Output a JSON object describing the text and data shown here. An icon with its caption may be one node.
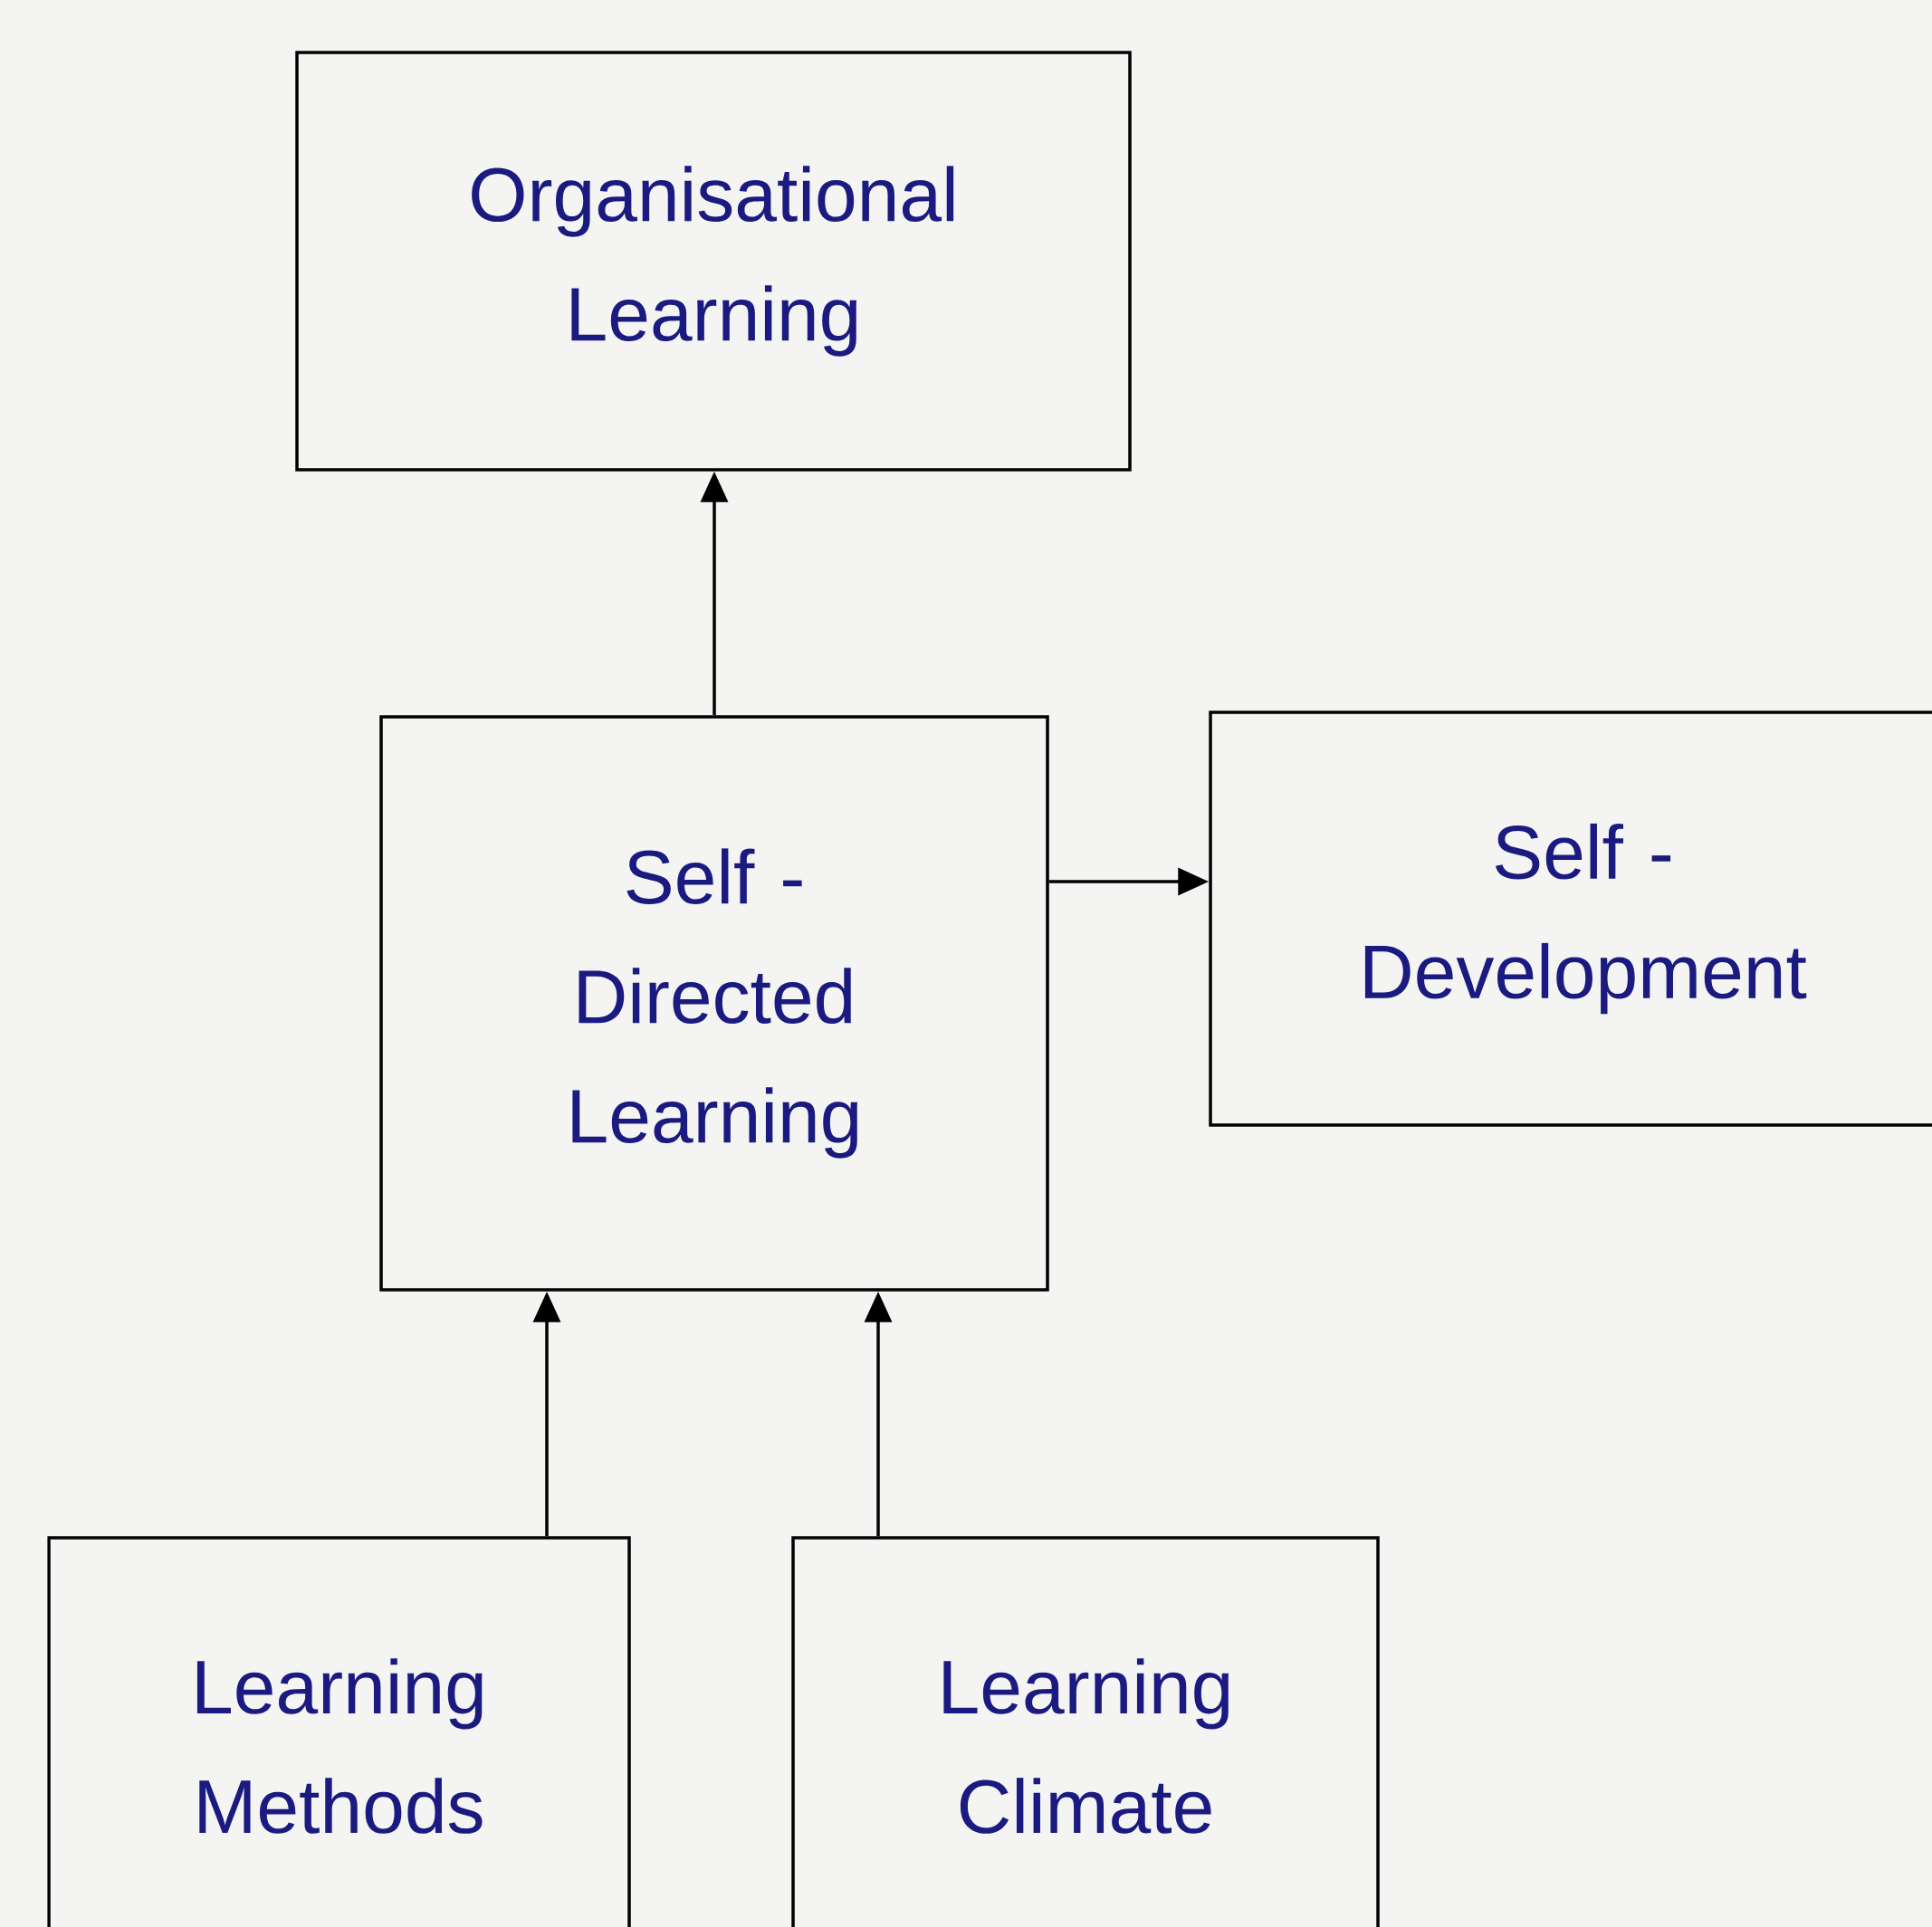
{
  "diagram": {
    "nodes": [
      {
        "text": [
          "Organisational Learning"
        ]
      },
      {
        "text": [
          "Self - Directed Learning"
        ]
      },
      {
        "text": [
          "Self - Development"
        ]
      },
      {
        "text": [
          "Learning Methods"
        ]
      },
      {
        "text": [
          "Learning Climate"
        ]
      }
    ],
    "edges": [
      {
        "from": 1,
        "to": 0,
        "arrow": "to"
      },
      {
        "from": 1,
        "to": 2,
        "arrow": "to"
      },
      {
        "from": 3,
        "to": 1,
        "arrow": "to"
      },
      {
        "from": 4,
        "to": 1,
        "arrow": "to"
      }
    ]
  }
}
